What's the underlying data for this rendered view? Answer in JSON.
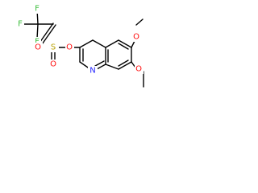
{
  "colors": {
    "bond": "#000000",
    "background": "#ffffff",
    "F": "#3fbf3f",
    "S": "#b8a000",
    "O": "#ff0d0d",
    "N": "#1f1fff",
    "C": "#000000"
  },
  "atoms": {
    "f_top": {
      "label": "F",
      "element": "F"
    },
    "f_left": {
      "label": "F",
      "element": "F"
    },
    "f_bottom": {
      "label": "F",
      "element": "F"
    },
    "sulfur": {
      "label": "S",
      "element": "S"
    },
    "sulfonyl_o_left": {
      "label": "O",
      "element": "O"
    },
    "sulfonyl_o_bottom": {
      "label": "O",
      "element": "O"
    },
    "ester_o": {
      "label": "O",
      "element": "O"
    },
    "nitrogen": {
      "label": "N",
      "element": "N"
    },
    "methoxy_o_6": {
      "label": "O",
      "element": "O"
    },
    "methoxy_o_7": {
      "label": "O",
      "element": "O"
    }
  }
}
